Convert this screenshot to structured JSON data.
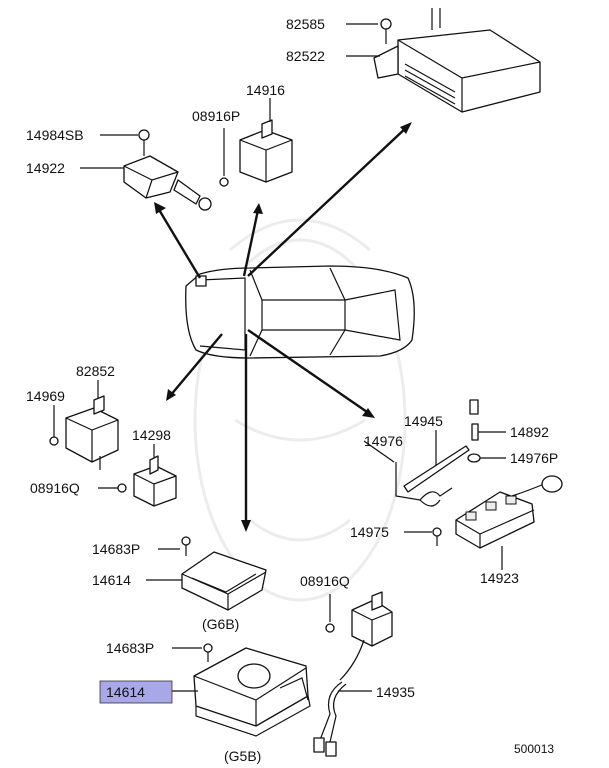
{
  "diagram": {
    "labels": [
      {
        "id": "lbl-82585",
        "text": "82585"
      },
      {
        "id": "lbl-82522",
        "text": "82522"
      },
      {
        "id": "lbl-14916",
        "text": "14916"
      },
      {
        "id": "lbl-08916p-top",
        "text": "08916P"
      },
      {
        "id": "lbl-14984sb",
        "text": "14984SB"
      },
      {
        "id": "lbl-14922",
        "text": "14922"
      },
      {
        "id": "lbl-82852",
        "text": "82852"
      },
      {
        "id": "lbl-14969",
        "text": "14969"
      },
      {
        "id": "lbl-14298",
        "text": "14298"
      },
      {
        "id": "lbl-08916q-left",
        "text": "08916Q"
      },
      {
        "id": "lbl-14945",
        "text": "14945"
      },
      {
        "id": "lbl-14976",
        "text": "14976"
      },
      {
        "id": "lbl-14892",
        "text": "14892"
      },
      {
        "id": "lbl-14976p",
        "text": "14976P"
      },
      {
        "id": "lbl-14975",
        "text": "14975"
      },
      {
        "id": "lbl-14923",
        "text": "14923"
      },
      {
        "id": "lbl-14683p-upper",
        "text": "14683P"
      },
      {
        "id": "lbl-14614-upper",
        "text": "14614"
      },
      {
        "id": "lbl-g6b",
        "text": "(G6B)"
      },
      {
        "id": "lbl-08916q-lower",
        "text": "08916Q"
      },
      {
        "id": "lbl-14683p-lower",
        "text": "14683P"
      },
      {
        "id": "lbl-14614-highlight",
        "text": "14614"
      },
      {
        "id": "lbl-14935",
        "text": "14935"
      },
      {
        "id": "lbl-g5b",
        "text": "(G5B)"
      },
      {
        "id": "lbl-diagram-number",
        "text": "500013"
      }
    ],
    "highlight_color": "#a8a8e8",
    "line_color": "#111111"
  }
}
